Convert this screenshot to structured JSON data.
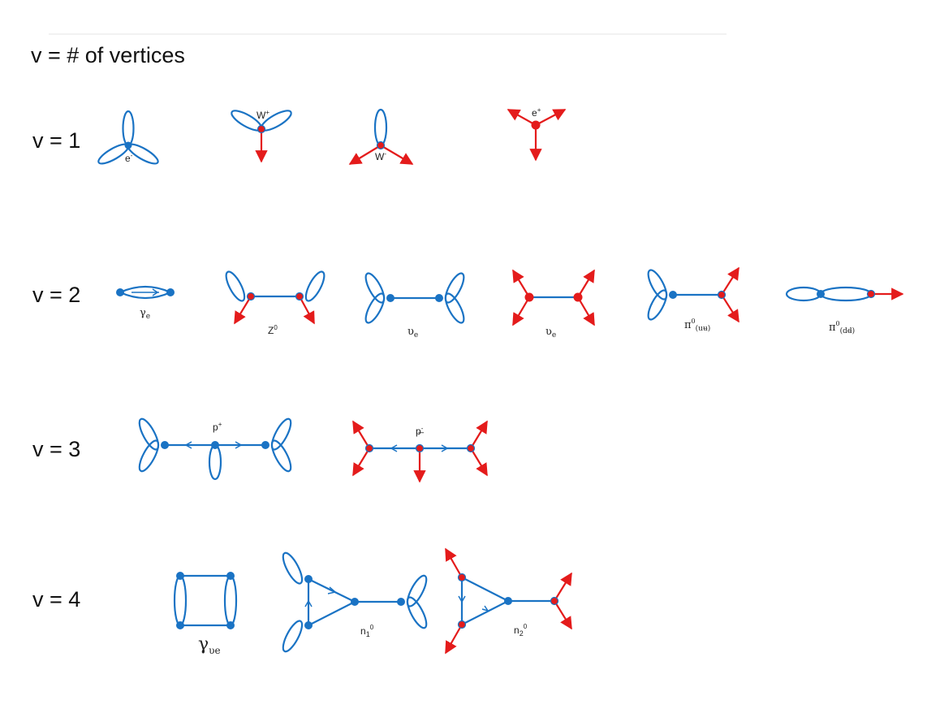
{
  "heading": "v = # of vertices",
  "rows": [
    {
      "label": "v = 1"
    },
    {
      "label": "v = 2"
    },
    {
      "label": "v = 3"
    },
    {
      "label": "v = 4"
    }
  ],
  "particles": {
    "electron": {
      "base": "e",
      "sup": "-"
    },
    "w_plus": {
      "base": "W",
      "sup": "+"
    },
    "w_minus": {
      "base": "W",
      "sup": "-"
    },
    "positron": {
      "base": "e",
      "sup": "+"
    },
    "photon_e": {
      "base": "γ",
      "sub": "e"
    },
    "z0": {
      "base": "Z",
      "sup": "0"
    },
    "neutrino_e": {
      "base": "υ",
      "sub": "e"
    },
    "antineutrino_e": {
      "base": "ʋ",
      "sub": "e"
    },
    "pi0_uu": {
      "base": "π",
      "sup": "0",
      "sub": "(uu̶)"
    },
    "pi0_dd": {
      "base": "π",
      "sup": "0",
      "sub": "(dd̶)"
    },
    "proton": {
      "base": "p",
      "sup": "+"
    },
    "antiproton": {
      "base": "p̶",
      "sup": "-"
    },
    "photon_nu": {
      "base": "γ",
      "sub": "υe"
    },
    "n1": {
      "base": "n",
      "sub": "1",
      "sup": "0"
    },
    "n2": {
      "base": "n",
      "sub": "2",
      "sup": "0"
    }
  },
  "colors": {
    "blue": "#1a73c4",
    "red": "#e41b1b",
    "text": "#111111"
  }
}
